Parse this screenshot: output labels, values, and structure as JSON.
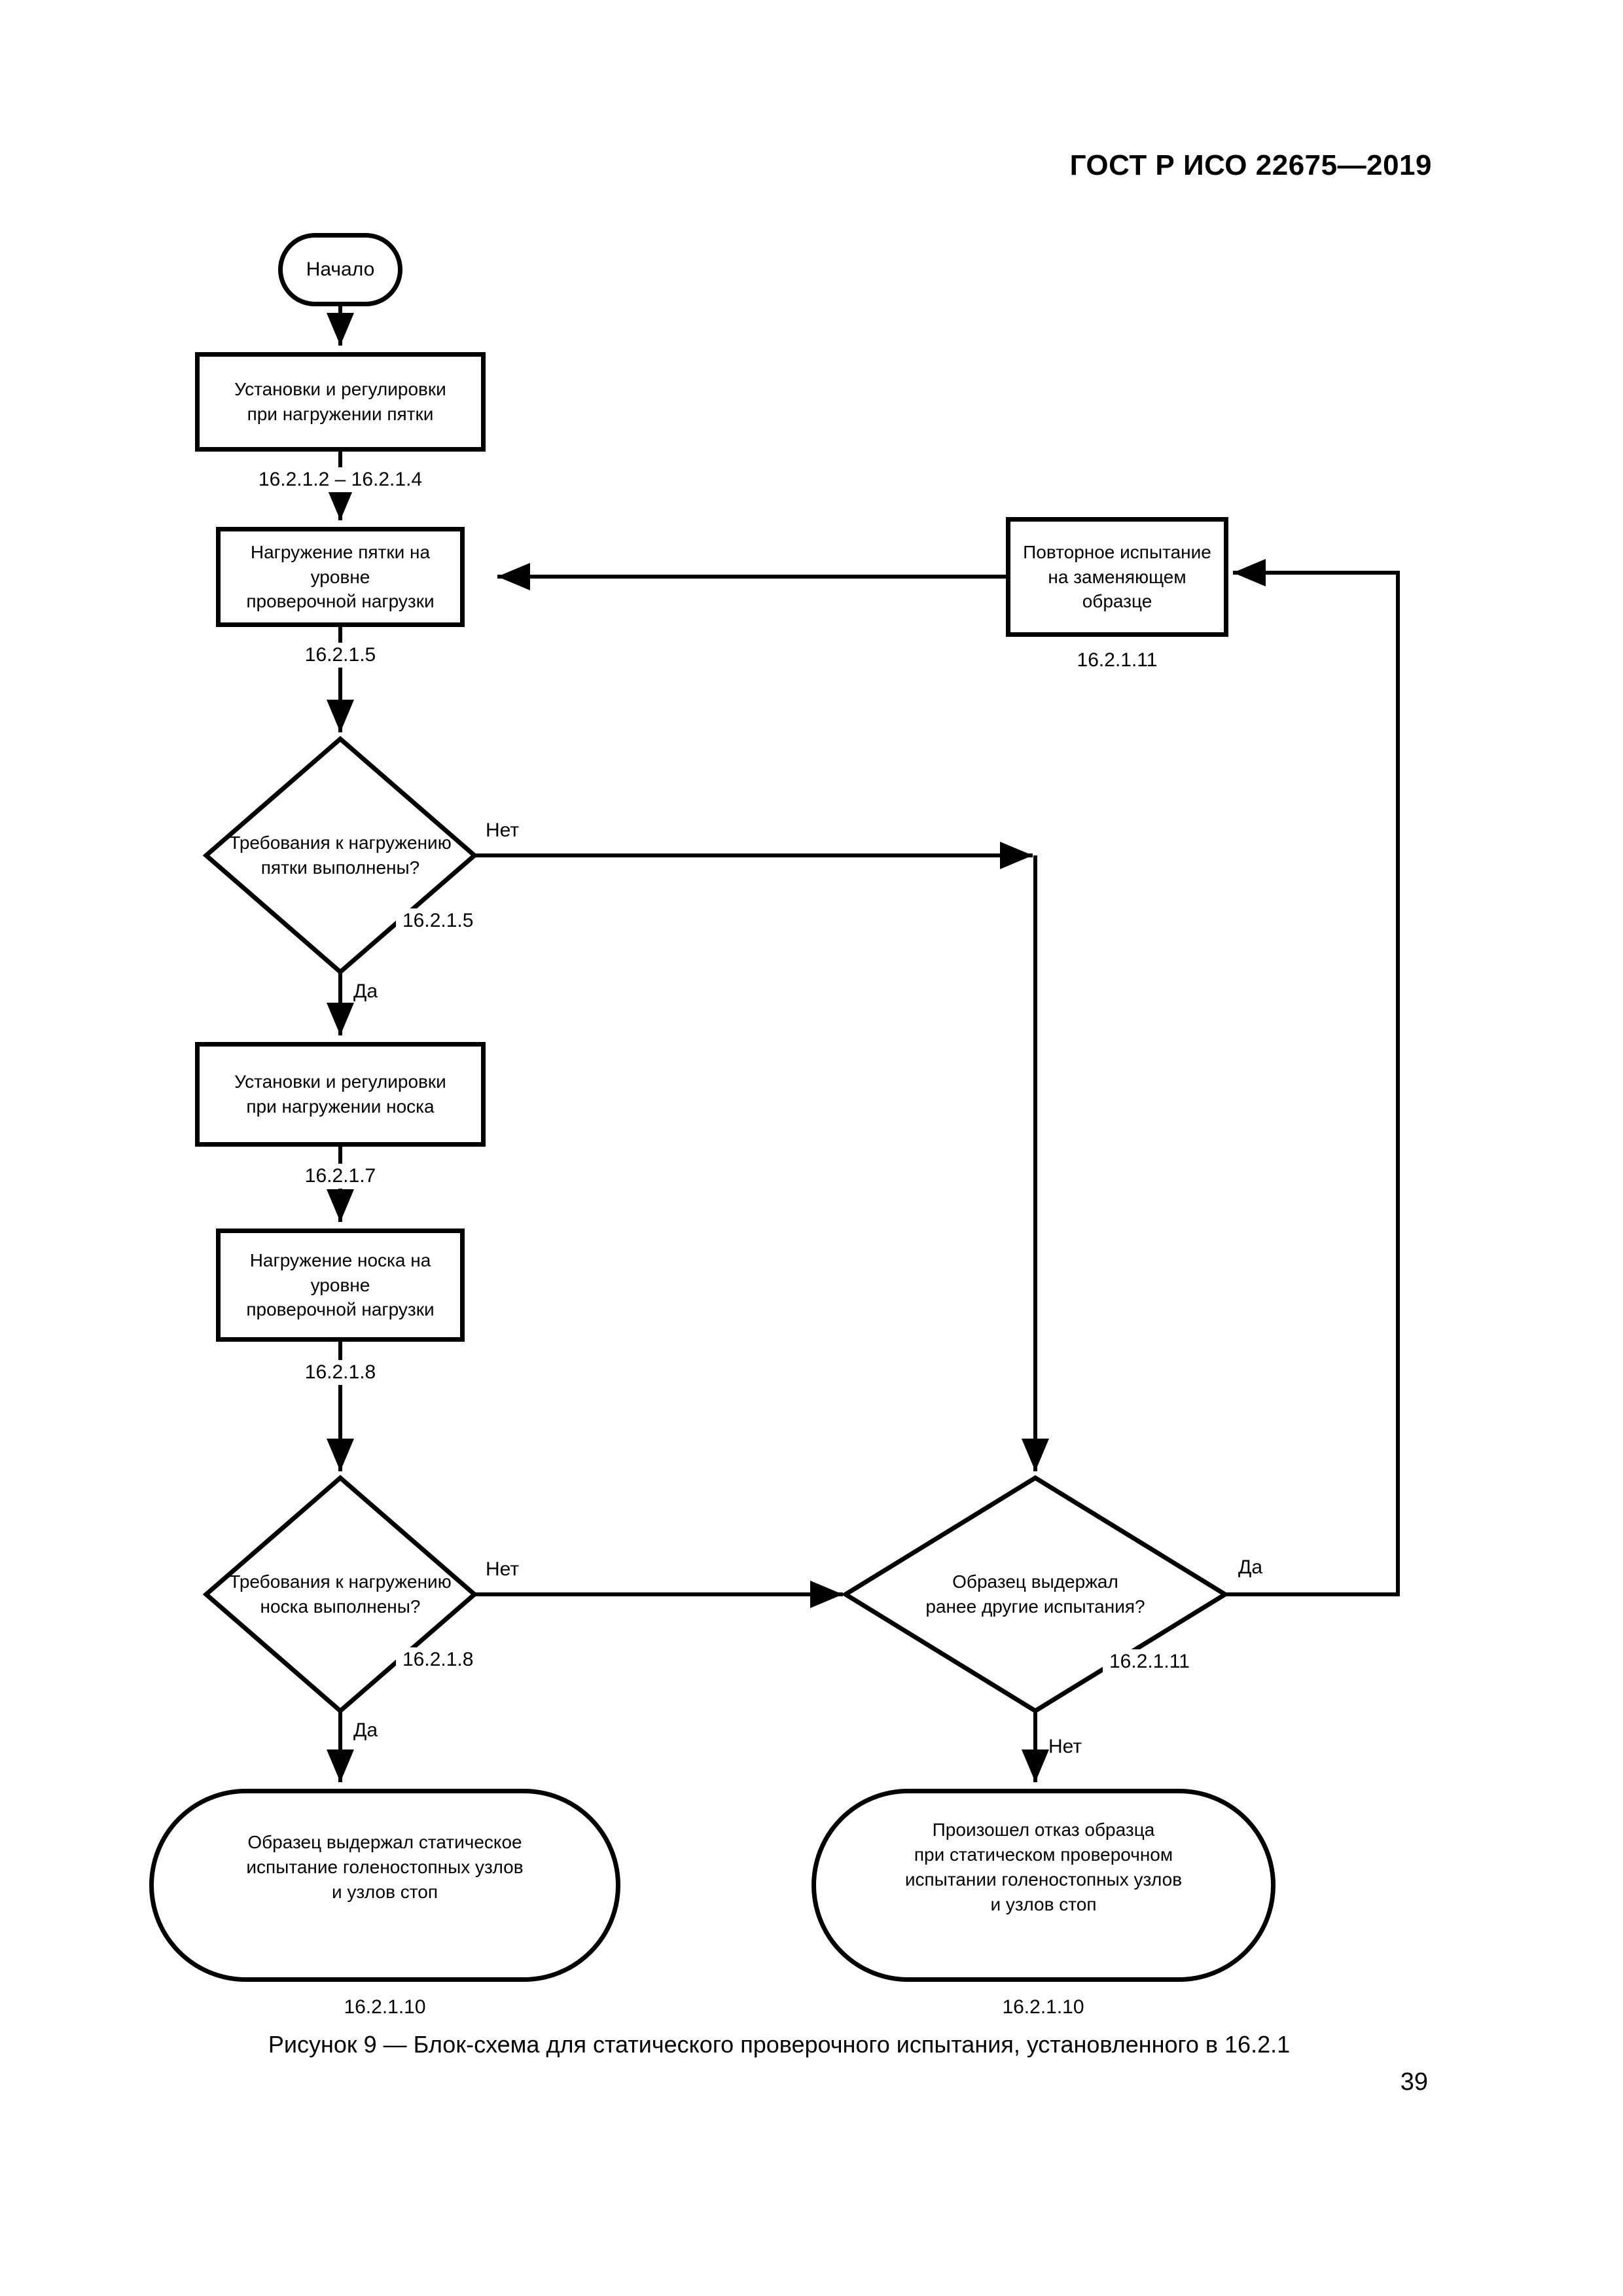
{
  "page": {
    "header": "ГОСТ Р ИСО 22675—2019",
    "caption": "Рисунок 9 — Блок-схема для статического проверочного испытания, установленного в 16.2.1",
    "page_number": "39"
  },
  "labels": {
    "yes": "Да",
    "no": "Нет"
  },
  "nodes": {
    "start": "Начало",
    "setup_heel": {
      "text": "Установки и регулировки\nпри нагружении пятки",
      "ref": "16.2.1.2 – 16.2.1.4"
    },
    "load_heel": {
      "text": "Нагружение пятки на уровне\nпроверочной нагрузки",
      "ref": "16.2.1.5"
    },
    "heel_ok": {
      "text": "Требования к нагружению\nпятки выполнены?",
      "ref": "16.2.1.5"
    },
    "retest": {
      "text": "Повторное испытание\nна заменяющем\nобразце",
      "ref": "16.2.1.11"
    },
    "setup_toe": {
      "text": "Установки и регулировки\nпри нагружении носка",
      "ref": "16.2.1.7"
    },
    "load_toe": {
      "text": "Нагружение носка на уровне\nпроверочной нагрузки",
      "ref": "16.2.1.8"
    },
    "toe_ok": {
      "text": "Требования к нагружению\nноска выполнены?",
      "ref": "16.2.1.8"
    },
    "prior_tests": {
      "text": "Образец выдержал\nранее другие испытания?",
      "ref": "16.2.1.11"
    },
    "pass": {
      "text": "Образец выдержал статическое\nиспытание голеностопных узлов\nи узлов стоп",
      "ref": "16.2.1.10"
    },
    "fail": {
      "text": "Произошел отказ образца\nпри статическом проверочном\nиспытании голеностопных узлов\nи узлов стоп",
      "ref": "16.2.1.10"
    }
  }
}
